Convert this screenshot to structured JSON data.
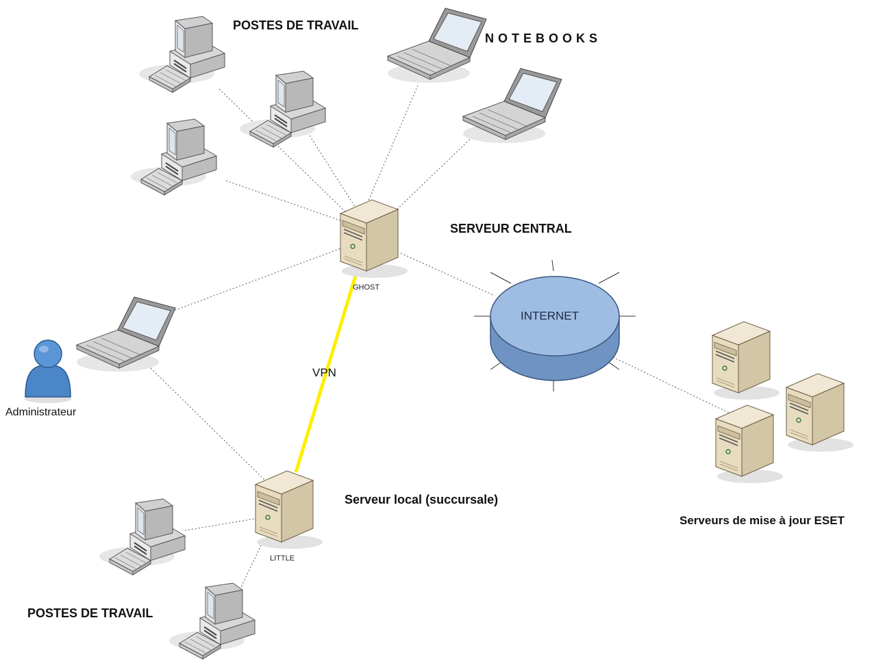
{
  "labels": {
    "workstations_top": "POSTES DE TRAVAIL",
    "notebooks": "NOTEBOOKS",
    "central_server": "SERVEUR CENTRAL",
    "ghost": "GHOST",
    "internet": "INTERNET",
    "vpn": "VPN",
    "administrator": "Administrateur",
    "local_server": "Serveur local (succursale)",
    "little": "LITTLE",
    "workstations_bottom": "POSTES DE TRAVAIL",
    "update_servers": "Serveurs de mise à jour ESET"
  },
  "colors": {
    "vpn_link": "#ffee00",
    "internet_fill": "#8fb0da",
    "server_body": "#e8dcc0",
    "person": "#4a86c8"
  },
  "icons": [
    "desktop-computer-icon",
    "laptop-icon",
    "server-tower-icon",
    "internet-cloud-icon",
    "user-icon"
  ]
}
